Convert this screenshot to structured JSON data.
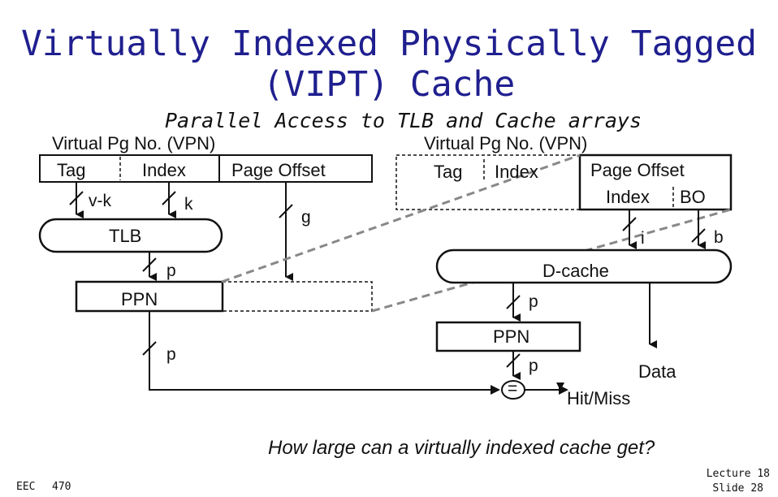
{
  "title_line1": "Virtually Indexed Physically Tagged",
  "title_line2": "(VIPT) Cache",
  "subtitle": "Parallel Access to TLB and Cache arrays",
  "left": {
    "vpn_label": "Virtual Pg No. (VPN)",
    "tag": "Tag",
    "index": "Index",
    "page_offset": "Page Offset",
    "bits_vk": "v-k",
    "bits_k": "k",
    "bits_g": "g",
    "tlb": "TLB",
    "bits_p1": "p",
    "ppn": "PPN",
    "bits_p2": "p"
  },
  "right": {
    "vpn_label": "Virtual Pg No. (VPN)",
    "tag": "Tag",
    "index": "Index",
    "page_offset": "Page Offset",
    "offset_index": "Index",
    "offset_bo": "BO",
    "bits_i": "i",
    "bits_b": "b",
    "dcache": "D-cache",
    "bits_p1": "p",
    "ppn": "PPN",
    "bits_p2": "p",
    "comparator": "=",
    "data": "Data",
    "hitmiss": "Hit/Miss"
  },
  "question": "How large can a virtually indexed cache get?",
  "footer": {
    "course1": "EEC",
    "course2": "470",
    "lecture": "Lecture 18",
    "slide": "Slide 28"
  }
}
